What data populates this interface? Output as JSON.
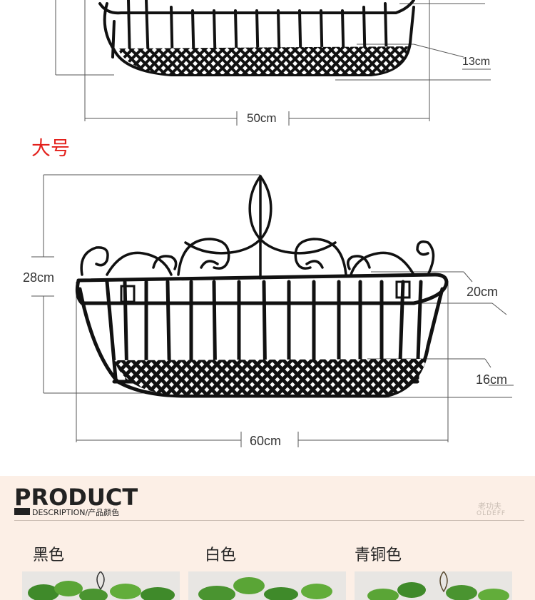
{
  "medium": {
    "dim_depth_bottom": "13cm",
    "dim_width": "50cm"
  },
  "large": {
    "title": "大号",
    "dim_height": "28cm",
    "dim_depth_top": "20cm",
    "dim_depth_bottom": "16cm",
    "dim_width": "60cm"
  },
  "product": {
    "title": "PRODUCT",
    "subtitle": "DESCRIPTION/产品颜色",
    "brand_cn": "老功夫",
    "brand_en": "OLDEFF",
    "colors": [
      {
        "name": "黑色"
      },
      {
        "name": "白色"
      },
      {
        "name": "青铜色"
      }
    ]
  }
}
